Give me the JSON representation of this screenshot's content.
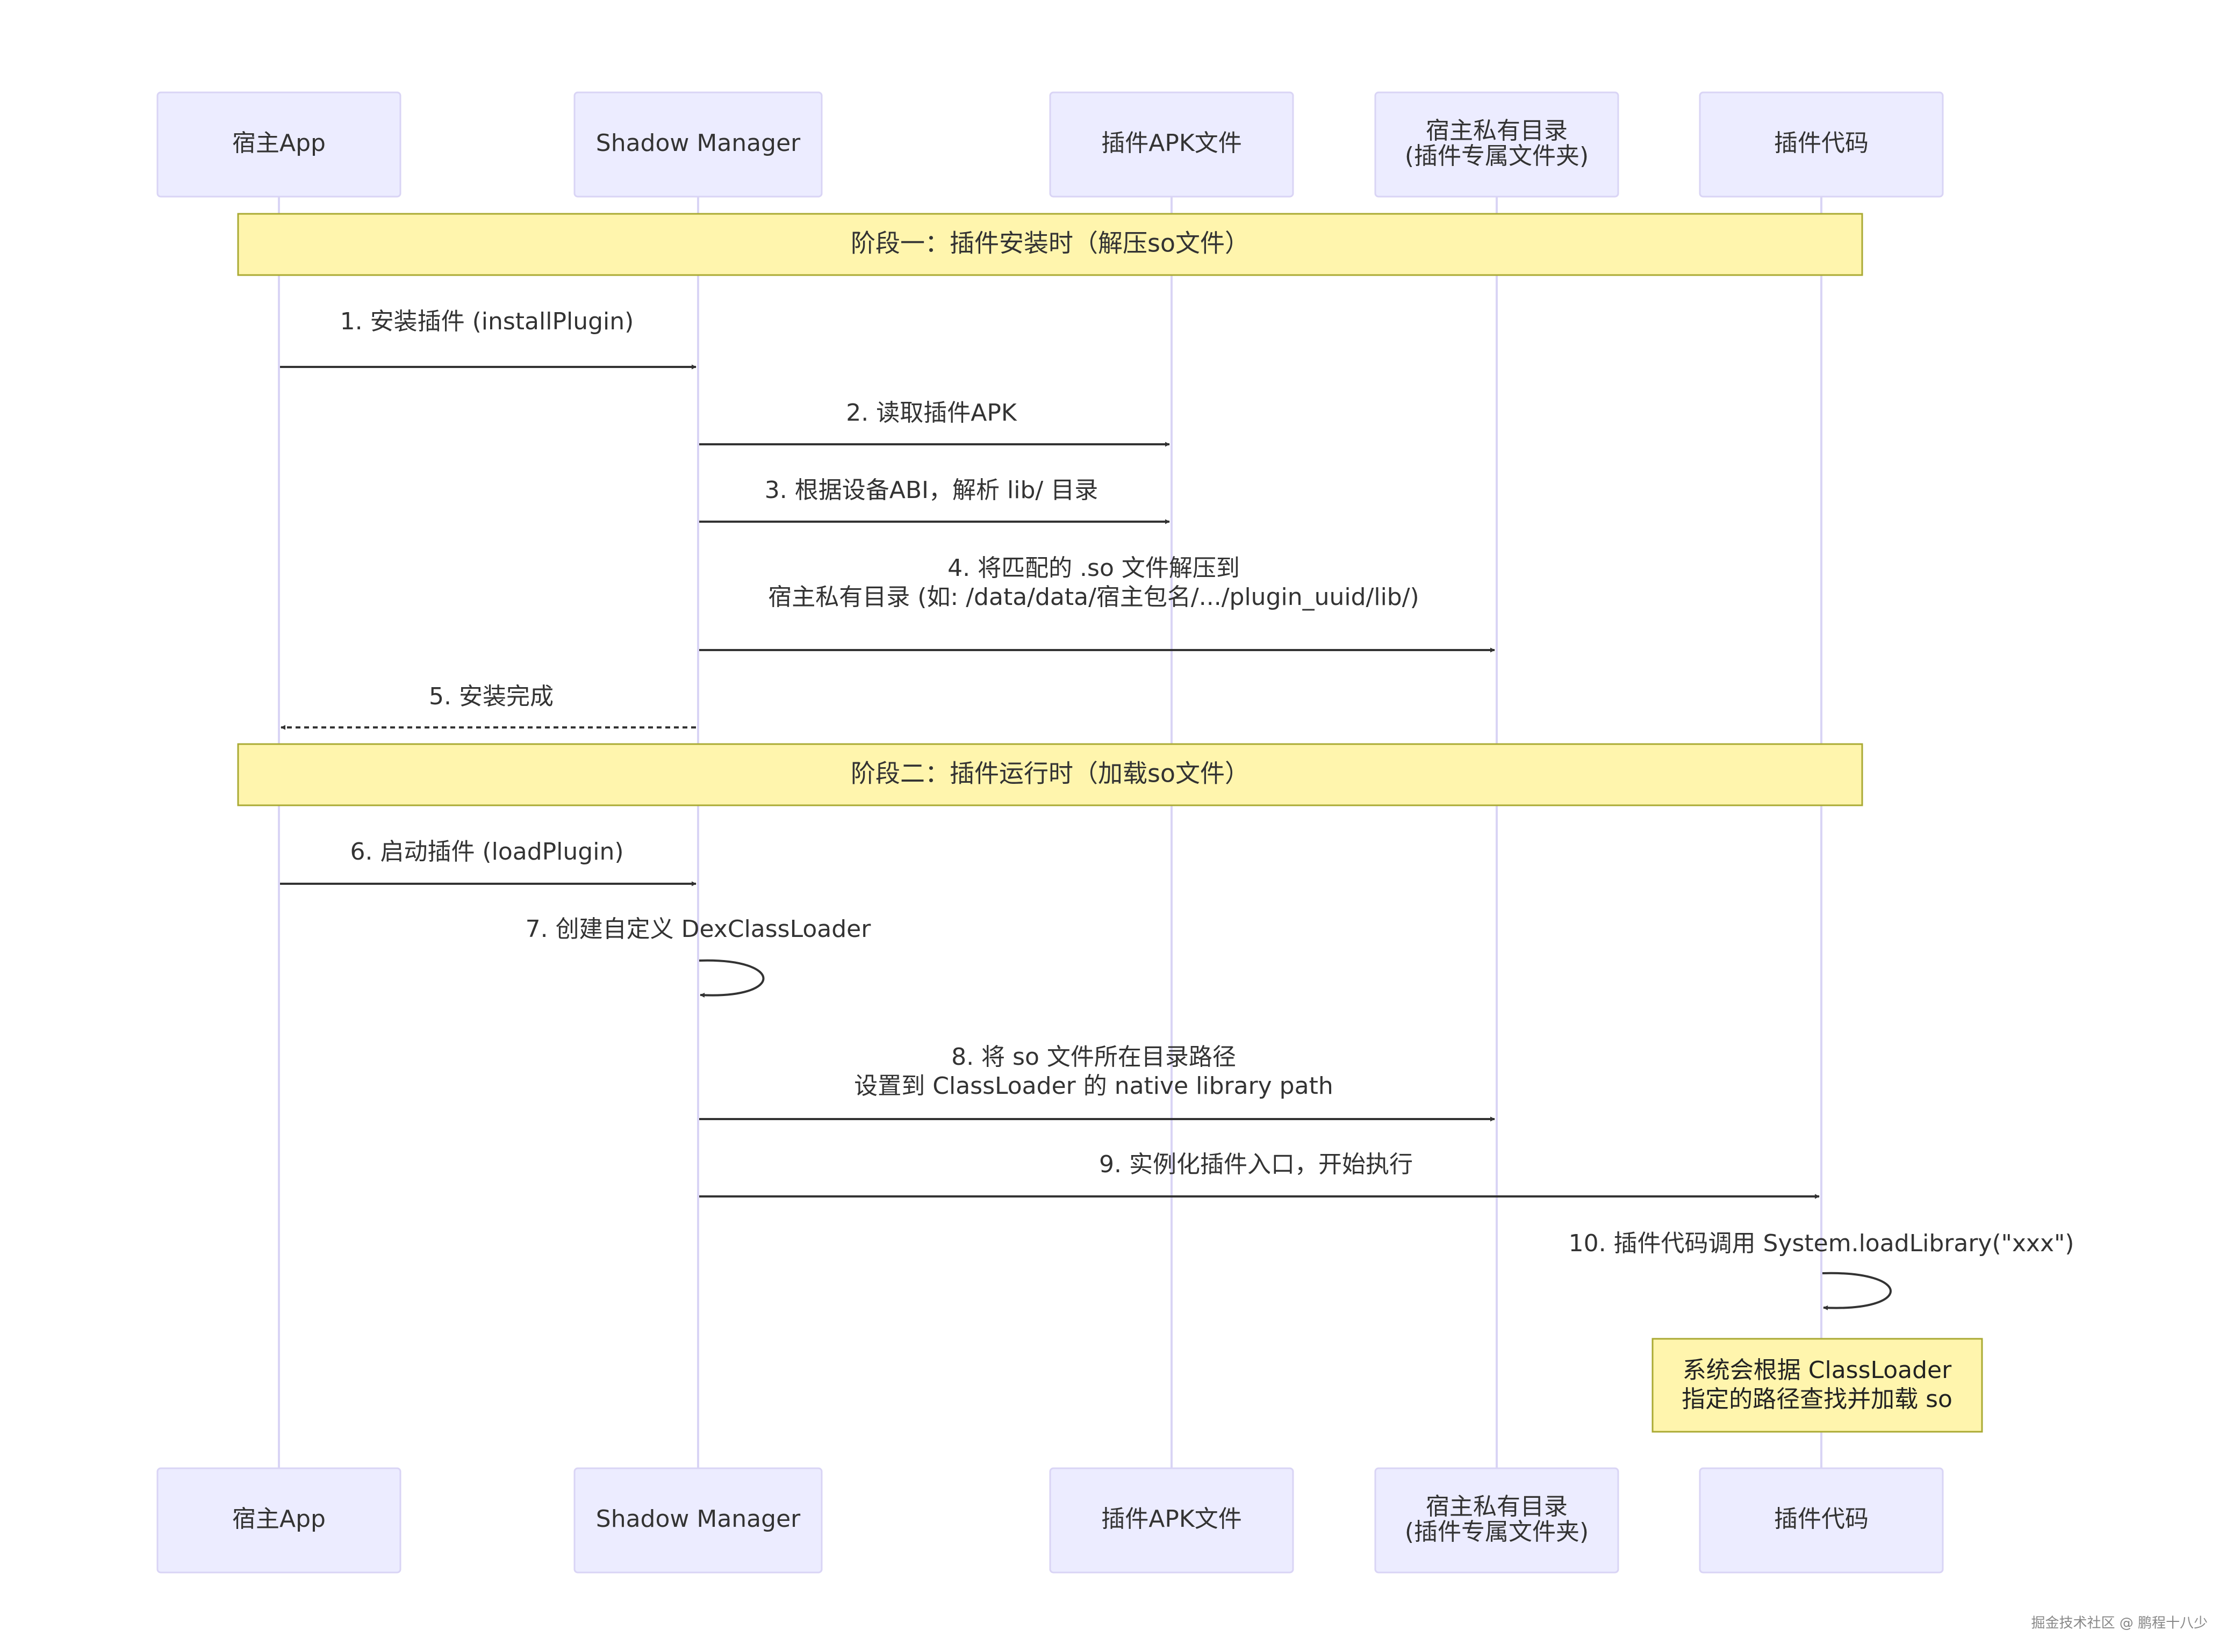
{
  "participants": [
    {
      "id": "host",
      "lines": [
        "宿主App"
      ]
    },
    {
      "id": "manager",
      "lines": [
        "Shadow Manager"
      ]
    },
    {
      "id": "apk",
      "lines": [
        "插件APK文件"
      ]
    },
    {
      "id": "private",
      "lines": [
        "宿主私有目录",
        "(插件专属文件夹)"
      ]
    },
    {
      "id": "code",
      "lines": [
        "插件代码"
      ]
    }
  ],
  "phases": {
    "install": "阶段一：插件安装时（解压so文件）",
    "run": "阶段二：插件运行时（加载so文件）"
  },
  "messages": [
    {
      "from": "host",
      "to": "manager",
      "lines": [
        "1. 安装插件 (installPlugin)"
      ],
      "style": "solid"
    },
    {
      "from": "manager",
      "to": "apk",
      "lines": [
        "2. 读取插件APK"
      ],
      "style": "solid"
    },
    {
      "from": "manager",
      "to": "apk",
      "lines": [
        "3. 根据设备ABI，解析 lib/ 目录"
      ],
      "style": "solid"
    },
    {
      "from": "manager",
      "to": "private",
      "lines": [
        "4. 将匹配的 .so 文件解压到",
        "宿主私有目录 (如: /data/data/宿主包名/.../plugin_uuid/lib/)"
      ],
      "style": "solid"
    },
    {
      "from": "manager",
      "to": "host",
      "lines": [
        "5. 安装完成"
      ],
      "style": "dashed"
    },
    {
      "from": "host",
      "to": "manager",
      "lines": [
        "6. 启动插件 (loadPlugin)"
      ],
      "style": "solid"
    },
    {
      "from": "manager",
      "to": "manager",
      "lines": [
        "7. 创建自定义 DexClassLoader"
      ],
      "style": "self"
    },
    {
      "from": "manager",
      "to": "private",
      "lines": [
        "8. 将 so 文件所在目录路径",
        "设置到 ClassLoader 的 native library path"
      ],
      "style": "solid"
    },
    {
      "from": "manager",
      "to": "code",
      "lines": [
        "9. 实例化插件入口，开始执行"
      ],
      "style": "solid"
    },
    {
      "from": "code",
      "to": "code",
      "lines": [
        "10. 插件代码调用 System.loadLibrary(\"xxx\")"
      ],
      "style": "self"
    }
  ],
  "note": {
    "over": "code",
    "lines": [
      "系统会根据 ClassLoader",
      "指定的路径查找并加载 so"
    ]
  },
  "footer": "掘金技术社区 @ 鹏程十八少"
}
